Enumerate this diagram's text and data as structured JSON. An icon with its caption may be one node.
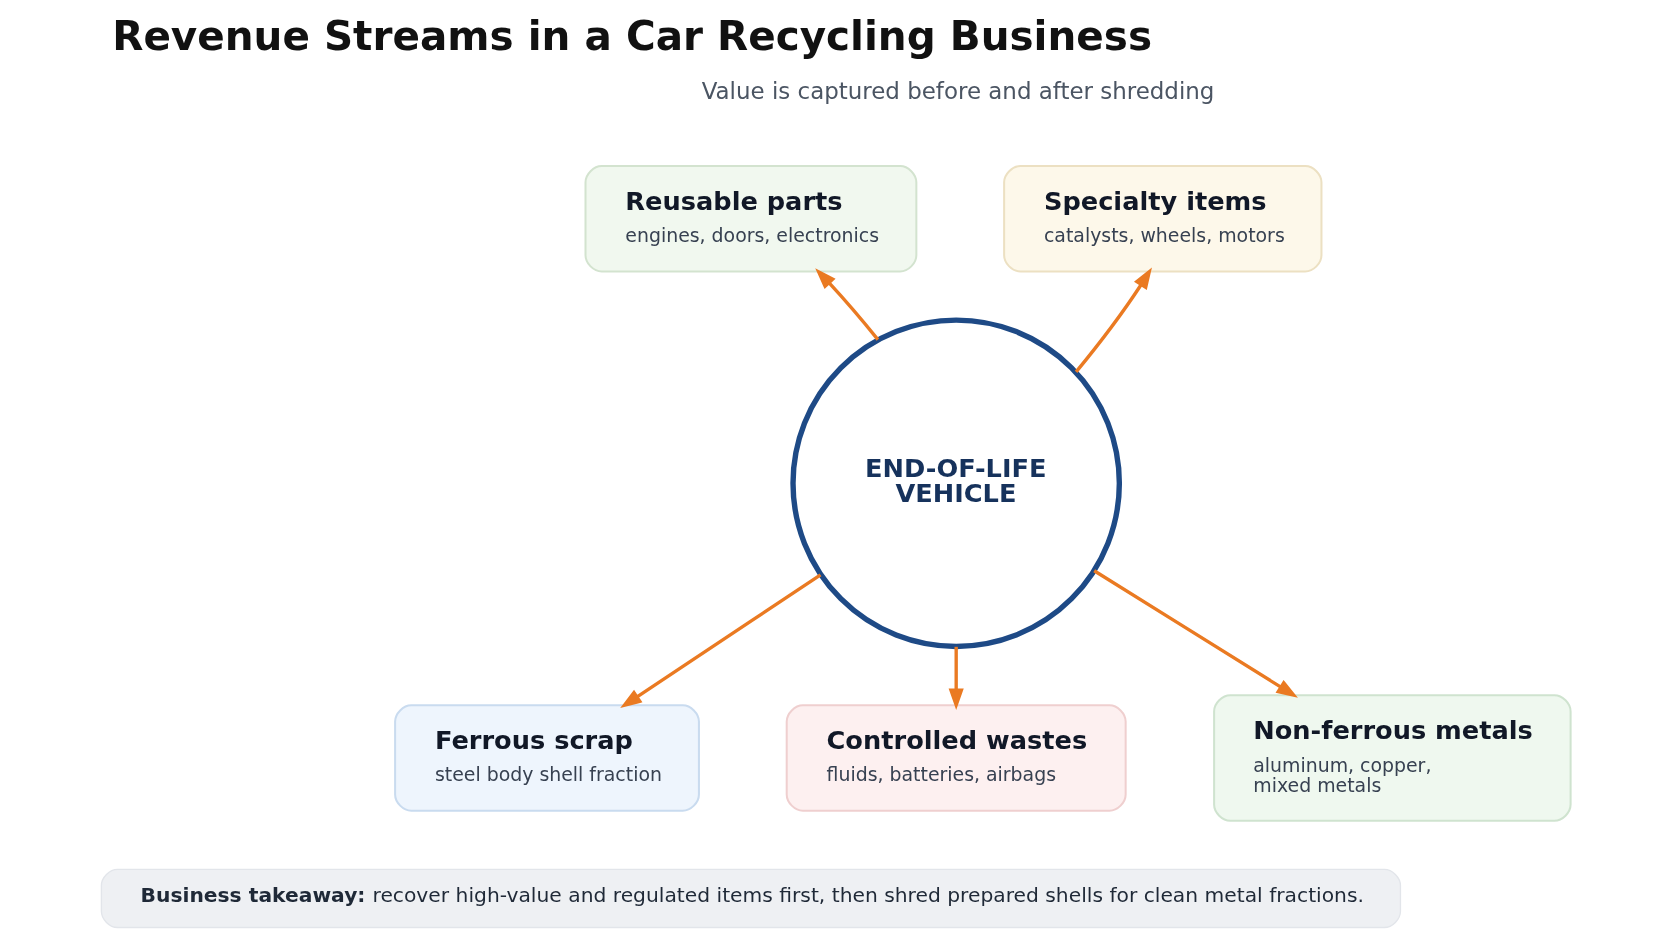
{
  "diagram": {
    "title": "Revenue Streams in a Car Recycling Business",
    "nodes": [
      {
        "text": [
          "Reusable parts",
          "engines, doors, electronics"
        ]
      },
      {
        "text": [
          "Specialty items",
          "catalysts, wheels, motors"
        ]
      },
      {
        "text": [
          "END-OF-LIFE VEHICLE"
        ]
      },
      {
        "text": [
          "Ferrous scrap",
          "steel body shell fraction"
        ]
      },
      {
        "text": [
          "Non-ferrous metals",
          "aluminum, copper, mixed metals"
        ]
      },
      {
        "text": [
          "Controlled wastes",
          "fluids, batteries, airbags"
        ]
      },
      {
        "text": [
          "**Business takeaway:** recover high-value and regulated items first, then shred prepared shells for clean metal fractions."
        ]
      }
    ],
    "edges": [
      {
        "from": 2,
        "to": 0,
        "arrow": "to"
      },
      {
        "from": 2,
        "to": 1,
        "arrow": "to"
      },
      {
        "from": 2,
        "to": 3,
        "arrow": "to"
      },
      {
        "from": 2,
        "to": 4,
        "arrow": "to"
      },
      {
        "from": 2,
        "to": 5,
        "arrow": "to"
      }
    ],
    "labels": [
      "Value is captured before and after shredding"
    ]
  }
}
